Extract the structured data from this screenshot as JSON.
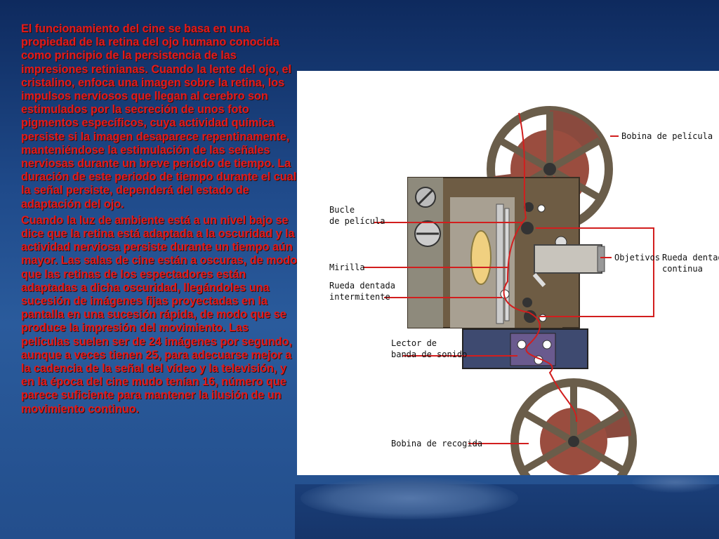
{
  "paragraphs": [
    "El funcionamiento del cine se basa en una propiedad de la retina del ojo humano conocida como principio de la persistencia de las impresiones retinianas. Cuando la lente del ojo, el cristalino, enfoca una imagen sobre la retina, los impulsos nerviosos que llegan al cerebro son estimulados por la secreción de unos foto pigmentos específicos, cuya actividad química persiste si la imagen desaparece repentinamente, manteniéndose la estimulación de las señales nerviosas durante un breve periodo de tiempo. La duración de este periodo de tiempo durante el cual la señal persiste, dependerá del estado de adaptación del ojo.",
    "Cuando la luz de ambiente está a un nivel bajo se dice que la retina está adaptada a la oscuridad y la actividad nerviosa persiste durante un tiempo aún mayor. Las salas de cine están a oscuras, de modo que las retinas de los espectadores están adaptadas a dicha oscuridad, llegándoles una sucesión de imágenes fijas proyectadas en la pantalla en una sucesión rápida, de modo que se produce la impresión del movimiento. Las películas suelen ser de 24 imágenes por segundo, aunque a veces tienen 25, para adecuarse mejor a la cadencia de la señal del vídeo y la televisión, y en la época del cine mudo tenían 16, número que parece suficiente para mantener la ilusión de un movimiento continuo."
  ],
  "diagram": {
    "labels": {
      "film_reel": "Bobina de película",
      "film_loop_1": "Bucle",
      "film_loop_2": "de película",
      "lenses": "Objetivos",
      "continuous_sprocket_1": "Rueda dentada",
      "continuous_sprocket_2": "continua",
      "peephole": "Mirilla",
      "intermittent_sprocket_1": "Rueda dentada",
      "intermittent_sprocket_2": "intermitente",
      "sound_reader_1": "Lector de",
      "sound_reader_2": "banda de sonido",
      "takeup_reel": "Bobina de recogida"
    }
  }
}
